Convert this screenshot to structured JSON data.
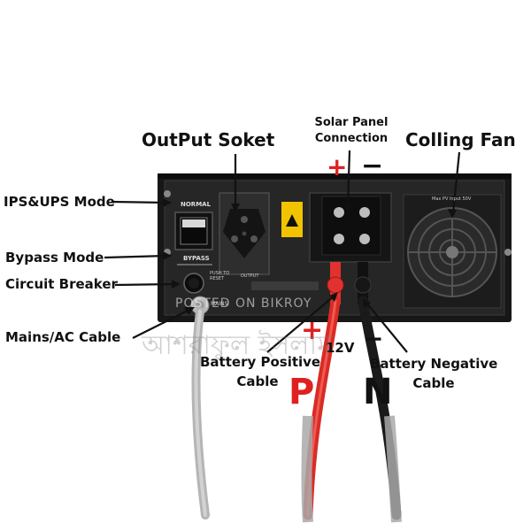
{
  "labels": {
    "output_socket": "OutPut Soket",
    "solar_panel_line1": "Solar Panel",
    "solar_panel_line2": "Connection",
    "cooling_fan": "Colling Fan",
    "ips_ups_mode": "IPS&UPS Mode",
    "bypass_mode": "Bypass Mode",
    "circuit_breaker": "Circuit Breaker",
    "mains_ac_cable": "Mains/AC Cable",
    "battery_positive_line1": "Battery Positive",
    "battery_positive_line2": "Cable",
    "battery_negative_line1": "Battery Negative",
    "battery_negative_line2": "Cable",
    "voltage": "12V",
    "p_marker": "P",
    "n_marker": "N"
  },
  "signs": {
    "solar_plus": "+",
    "solar_minus": "−",
    "battery_plus": "+",
    "battery_minus": "−"
  },
  "panel": {
    "switch_label": "NORMAL",
    "bypass_label": "BYPASS",
    "push_reset": "PUSH TO RESET",
    "output_label": "OUTPUT",
    "mains_label": "MAINS",
    "fan_spec": "Max PV Input 50V"
  },
  "watermarks": {
    "posted": "POSTED ON BIKROY",
    "bangla": "আশরাফুল ইসলাম"
  },
  "colors": {
    "red": "#e02020",
    "device_body": "#1c1c1c",
    "panel": "#242424"
  }
}
